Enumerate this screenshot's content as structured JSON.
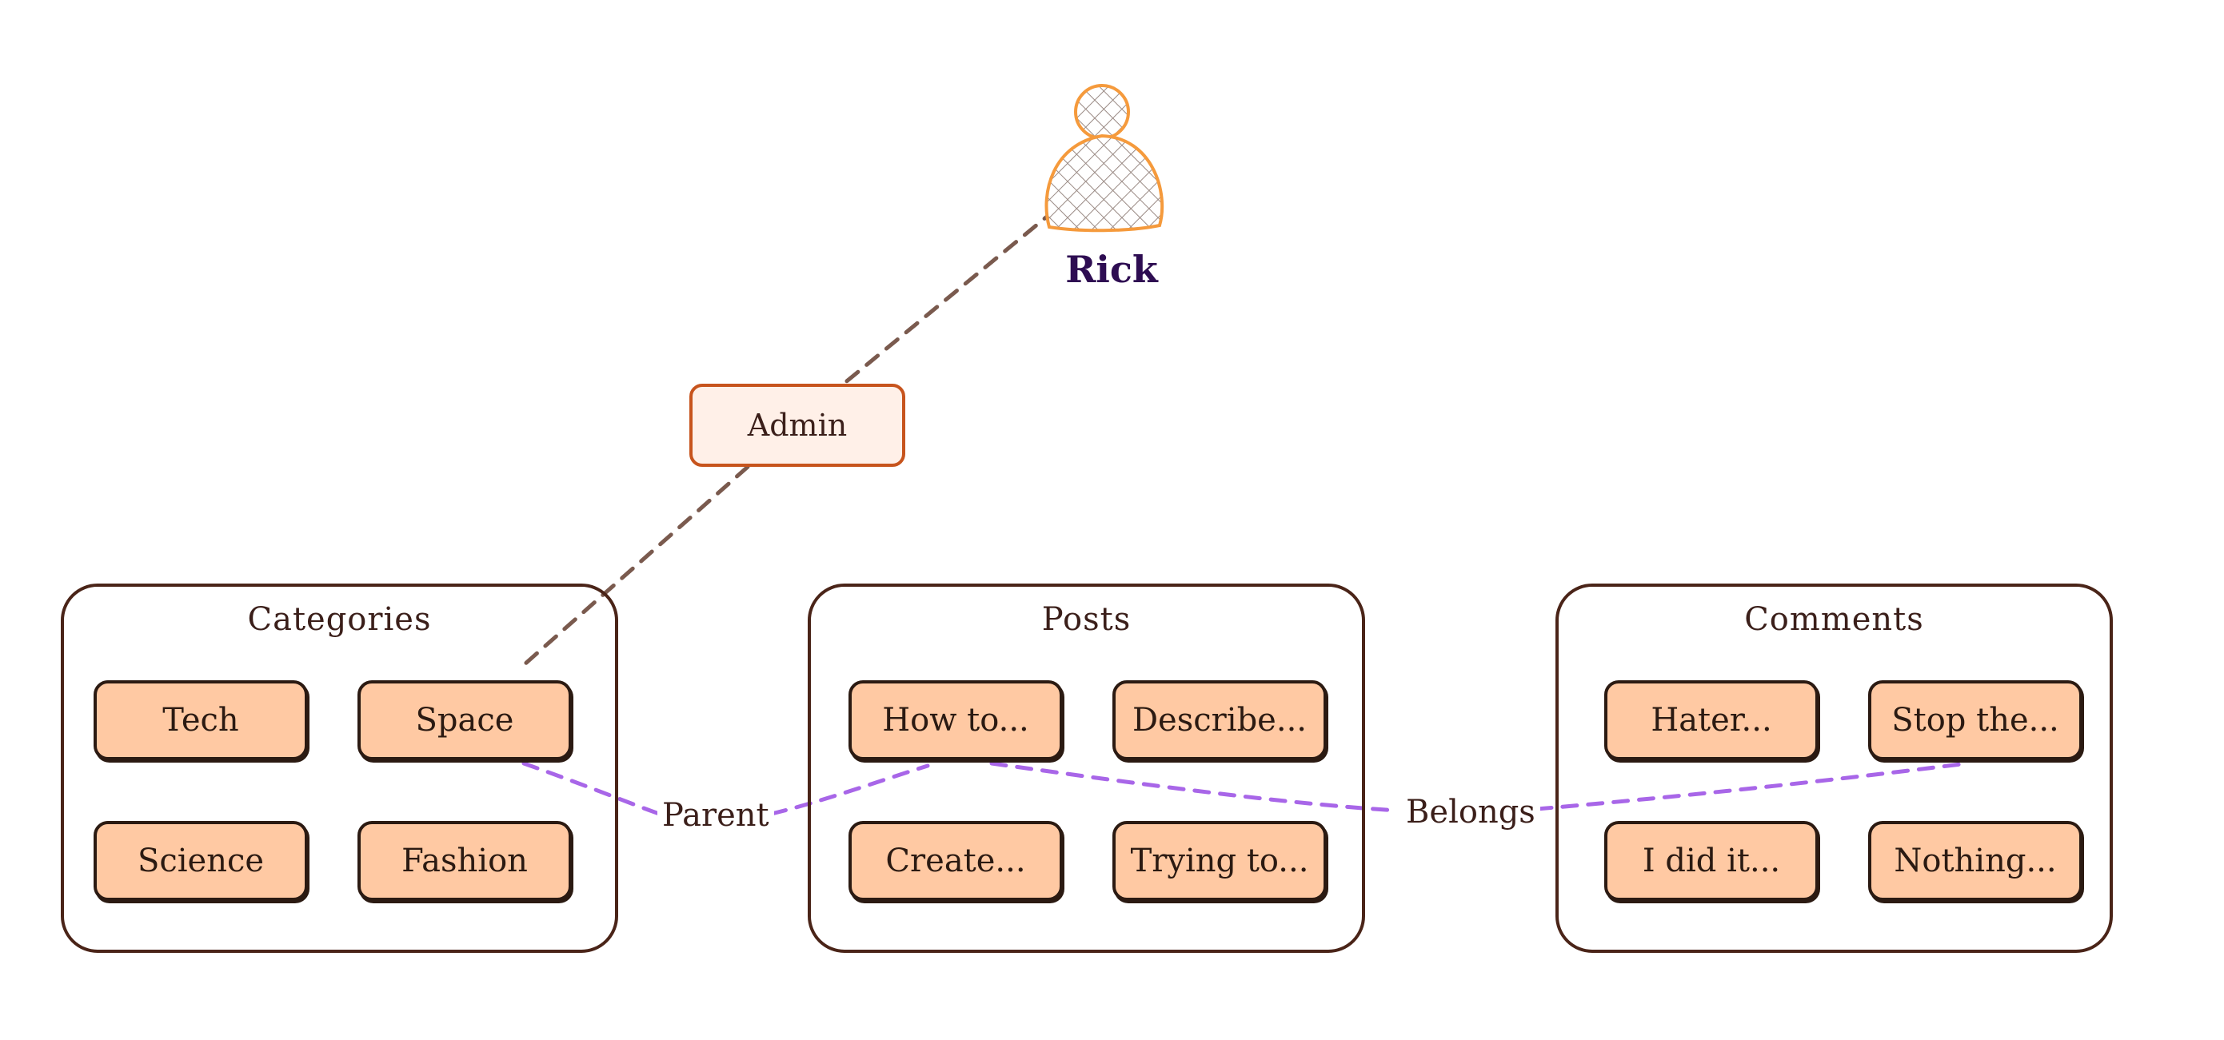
{
  "actor": {
    "name": "Rick",
    "icon": "user-icon"
  },
  "role": {
    "label": "Admin"
  },
  "groups": {
    "categories": {
      "title": "Categories",
      "items": [
        "Tech",
        "Space",
        "Science",
        "Fashion"
      ]
    },
    "posts": {
      "title": "Posts",
      "items": [
        "How to...",
        "Describe...",
        "Create...",
        "Trying to..."
      ]
    },
    "comments": {
      "title": "Comments",
      "items": [
        "Hater...",
        "Stop the...",
        "I did it...",
        "Nothing..."
      ]
    }
  },
  "edges": {
    "parent": "Parent",
    "belongs": "Belongs"
  },
  "colors": {
    "card_fill": "#ffc9a3",
    "card_border": "#2b1a12",
    "group_border": "#4a2418",
    "role_border": "#c7541d",
    "role_fill": "#fff0e8",
    "actor_stroke": "#f59a3c",
    "actor_name": "#2e0d52",
    "relation_line": "#a866e8",
    "ownership_line": "#7a5a4e"
  }
}
